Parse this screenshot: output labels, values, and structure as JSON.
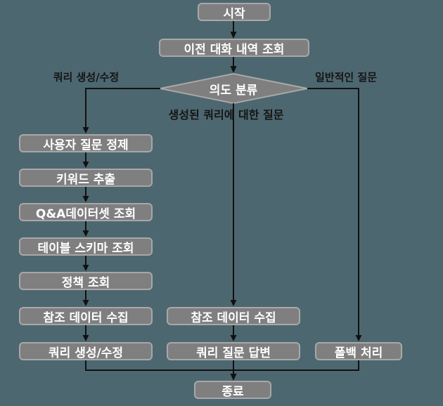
{
  "colors": {
    "bg": "#4d6770",
    "nodeFill": "#7f7f7f",
    "nodeBorder": "#a8a8a8",
    "nodeText": "#ffffff",
    "edge": "#111111",
    "label": "#151515"
  },
  "nodes": {
    "start": "시작",
    "history": "이전 대화 내역 조회",
    "intent": "의도 분류",
    "refine": "사용자 질문 정제",
    "keyword": "키워드 추출",
    "qaDataset": "Q&A데이터셋 조회",
    "tableSchema": "테이블 스키마 조회",
    "policy": "정책 조회",
    "refDataLeft": "참조 데이터 수집",
    "queryCreate": "쿼리 생성/수정",
    "refDataMid": "참조 데이터 수집",
    "queryAnswer": "쿼리 질문 답변",
    "fallback": "폴백 처리",
    "end": "종료"
  },
  "edgeLabels": {
    "createModify": "쿼리 생성/수정",
    "general": "일반적인 질문",
    "aboutGenerated": "생성된 쿼리에 대한 질문"
  }
}
